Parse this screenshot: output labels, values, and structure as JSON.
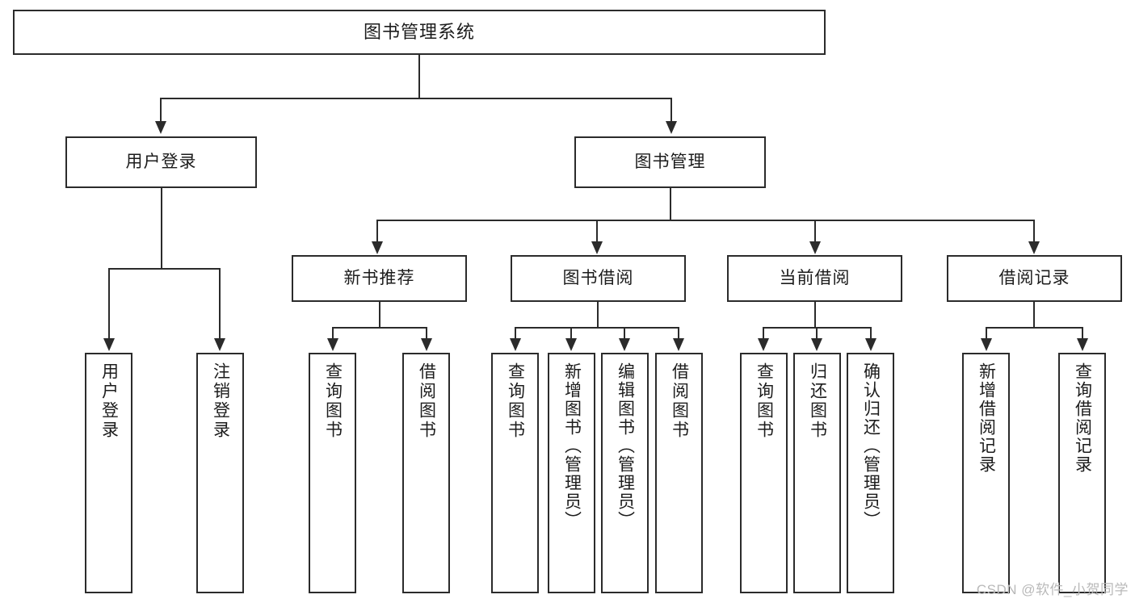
{
  "diagram": {
    "title": "图书管理系统",
    "type": "tree",
    "watermark": "CSDN @软件_小贺同学",
    "root": {
      "label": "图书管理系统",
      "level": 1
    },
    "level2": [
      {
        "label": "用户登录"
      },
      {
        "label": "图书管理"
      }
    ],
    "level3": [
      {
        "label": "新书推荐"
      },
      {
        "label": "图书借阅"
      },
      {
        "label": "当前借阅"
      },
      {
        "label": "借阅记录"
      }
    ],
    "leaves": {
      "user_login": [
        {
          "label": "用户登录"
        },
        {
          "label": "注销登录"
        }
      ],
      "new_book": [
        {
          "label": "查询图书"
        },
        {
          "label": "借阅图书"
        }
      ],
      "book_borrow": [
        {
          "label": "查询图书"
        },
        {
          "label": "新增图书（管理员）"
        },
        {
          "label": "编辑图书（管理员）"
        },
        {
          "label": "借阅图书"
        }
      ],
      "current_borrow": [
        {
          "label": "查询图书"
        },
        {
          "label": "归还图书"
        },
        {
          "label": "确认归还（管理员）"
        }
      ],
      "borrow_record": [
        {
          "label": "新增借阅记录"
        },
        {
          "label": "查询借阅记录"
        }
      ]
    },
    "colors": {
      "stroke": "#2b2b2b",
      "fill": "#ffffff",
      "text": "#1c1c1c",
      "watermark": "#b9b9b9"
    }
  }
}
